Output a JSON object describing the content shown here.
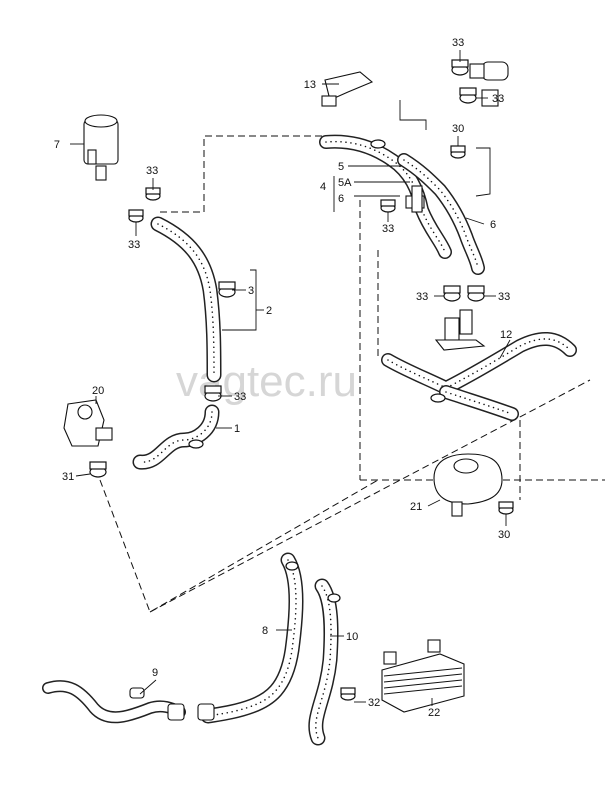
{
  "watermark": "vagtec.ru",
  "callouts": {
    "p1": "1",
    "p2": "2",
    "p3": "3",
    "p4": "4",
    "p5": "5",
    "p5a": "5A",
    "p6a": "6",
    "p6b": "6",
    "p7": "7",
    "p8": "8",
    "p9": "9",
    "p10": "10",
    "p12": "12",
    "p13": "13",
    "p20": "20",
    "p21": "21",
    "p22": "22",
    "p30a": "30",
    "p30b": "30",
    "p31": "31",
    "p32": "32",
    "p33a": "33",
    "p33b": "33",
    "p33c": "33",
    "p33d": "33",
    "p33e": "33",
    "p33f": "33",
    "p33g": "33",
    "p33h": "33",
    "p33i": "33"
  }
}
